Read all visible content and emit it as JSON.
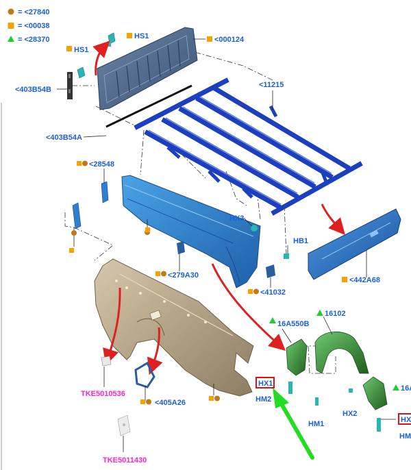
{
  "legend": {
    "items": [
      {
        "shape": "circle",
        "color": "#c07a1c",
        "label": "= <27840"
      },
      {
        "shape": "square",
        "color": "#f5a300",
        "label": "= <00038"
      },
      {
        "shape": "triangle",
        "color": "#22cc33",
        "label": "= <28370"
      }
    ]
  },
  "labels": {
    "hs1_top": "HS1",
    "hs1_left": "HS1",
    "p000124": "<000124",
    "p403b54b": "<403B54B",
    "p403b54a": "<403B54A",
    "p11215": "<11215",
    "p28548": "<28548",
    "hx3": "HX3",
    "hb1": "HB1",
    "p279a30": "<279A30",
    "p41032": "<41032",
    "p442a68": "<442A68",
    "p16a550b": "16A550B",
    "p16102": "16102",
    "p16a_cut": "16A",
    "hx1": "HX1",
    "hm2": "HM2",
    "hm1": "HM1",
    "hx2": "HX2",
    "hx_cut": "HX",
    "hm_cut": "HM",
    "tke5010536": "TKE5010536",
    "tke5011430": "TKE5011430",
    "p405a26": "<405A26"
  },
  "colors": {
    "blue_label": "#1a5fd6",
    "pink_label": "#ff22cc",
    "highlight_box": "#e01010",
    "pointer_arrow": "#22dd22",
    "flow_arrow": "#e02020",
    "tailgate": "#4a6487",
    "floor_frame": "#1c3fbf",
    "side_inner": "#2f7fd0",
    "outer_panel": "#b8a88c",
    "wheelhouse": "#2e8a2e",
    "bumper_panel": "#2070d0",
    "fastener": "#2ab5b5"
  }
}
